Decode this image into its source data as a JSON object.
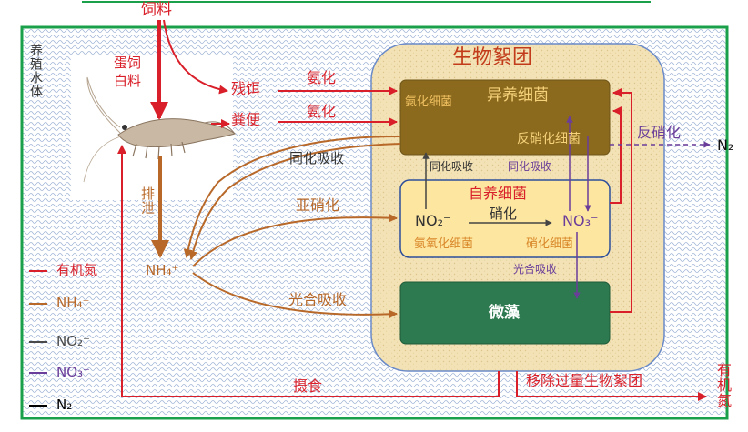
{
  "feed": "饲料",
  "culture_water": "养殖水体",
  "shrimp_diet": "蛋饲\n白料",
  "residual_feed": "残饵",
  "feces": "粪便",
  "ammonification_1": "氨化",
  "ammonification_2": "氨化",
  "excretion": "排泄",
  "biofloc": "生物絮团",
  "heterotrophic_bacteria": "异养细菌",
  "ammonifying_bacteria": "氨化细菌",
  "denitrifying_bacteria": "反硝化细菌",
  "denitrification": "反硝化",
  "n2_out": "N₂",
  "assimilation_absorb": "同化吸收",
  "assimilation_1": "同化吸收",
  "assimilation_2": "同化吸收",
  "nitrosation": "亚硝化",
  "autotrophic_bacteria": "自养细菌",
  "no2": "NO₂⁻",
  "nitrification": "硝化",
  "no3": "NO₃⁻",
  "ammonia_oxidizing_bacteria": "氨氧化细菌",
  "nitrifying_bacteria": "硝化细菌",
  "photosynthetic_absorb_1": "光合吸收",
  "photosynthetic_absorb_2": "光合吸收",
  "nh4": "NH₄⁺",
  "microalgae": "微藻",
  "ingestion": "摄食",
  "remove_biofloc": "移除过量生物絮团",
  "organic_n_out": "有机氮",
  "legend": [
    {
      "label": "有机氮",
      "color": "#d9202a"
    },
    {
      "label": "NH₄⁺",
      "color": "#b8692a"
    },
    {
      "label": "NO₂⁻",
      "color": "#4a4a4a"
    },
    {
      "label": "NO₃⁻",
      "color": "#6a3d9a"
    },
    {
      "label": "N₂",
      "color": "#000000"
    }
  ],
  "colors": {
    "organic_n": "#d9202a",
    "nh4": "#b8692a",
    "no2": "#4a4a4a",
    "no3": "#6a3d9a",
    "border": "#1aa04a",
    "biofloc_bg": "#f2e1b6",
    "hetero_box": "#8b6a1e",
    "auto_box": "#fde6a0",
    "algae_box": "#2e7a50"
  }
}
